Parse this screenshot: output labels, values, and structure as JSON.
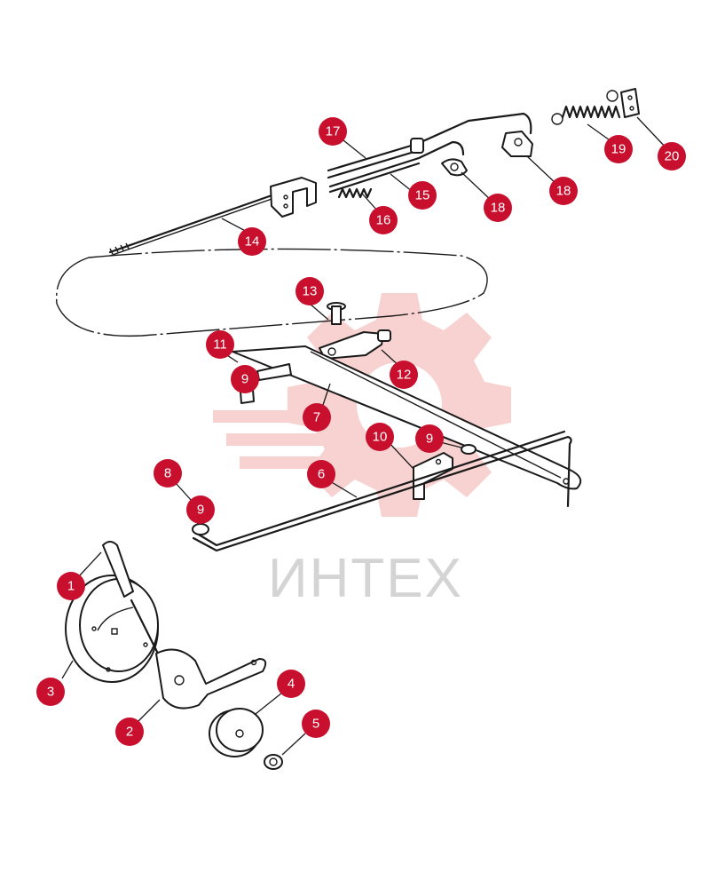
{
  "watermark": {
    "text": "ИНТЕХ",
    "gear_color": "#f7c9c9"
  },
  "callout_color": "#c8102e",
  "callouts": {
    "c1": "1",
    "c2": "2",
    "c3": "3",
    "c4": "4",
    "c5": "5",
    "c6": "6",
    "c7": "7",
    "c8": "8",
    "c9a": "9",
    "c9b": "9",
    "c9c": "9",
    "c10": "10",
    "c11": "11",
    "c12": "12",
    "c13": "13",
    "c14": "14",
    "c15": "15",
    "c16": "16",
    "c17": "17",
    "c18a": "18",
    "c18b": "18",
    "c19": "19",
    "c20": "20"
  }
}
